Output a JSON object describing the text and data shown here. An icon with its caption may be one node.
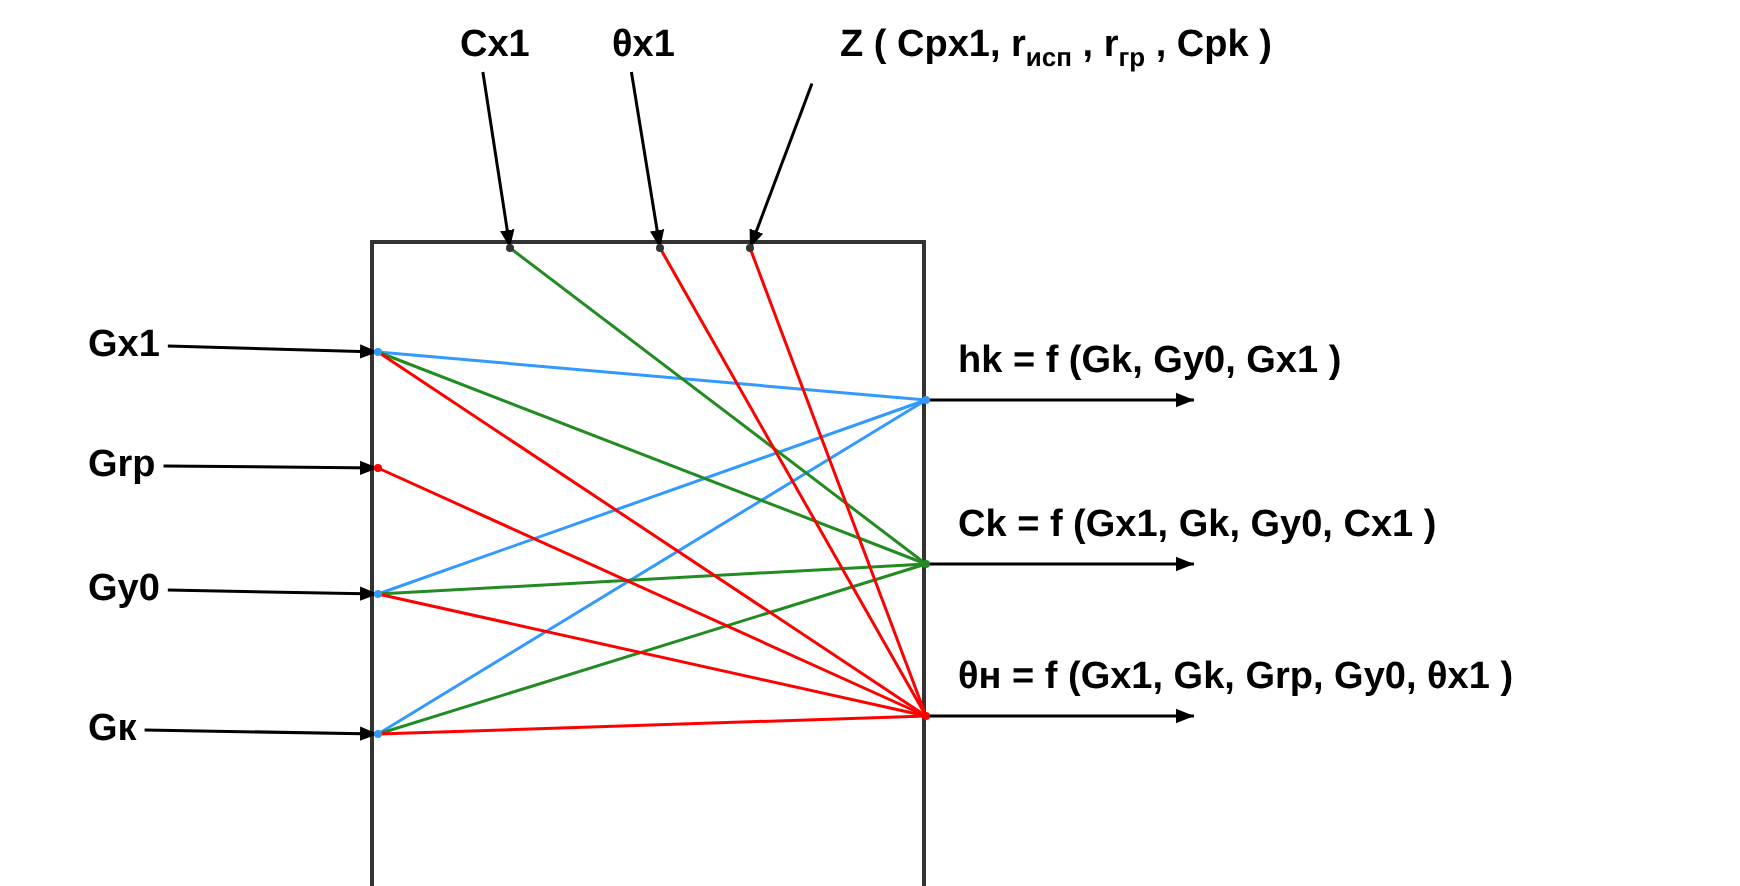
{
  "diagram": {
    "nodes": [
      {
        "text": [
          "Cx1"
        ]
      },
      {
        "text": [
          "θx1"
        ]
      },
      {
        "text": [
          "Z ( Cpx1, r$_{исп}$ , r$_{гр}$ , Cpk )"
        ]
      },
      {
        "text": [
          "Gx1"
        ]
      },
      {
        "text": [
          "Grp"
        ]
      },
      {
        "text": [
          "Gy0"
        ]
      },
      {
        "text": [
          "Gк"
        ]
      },
      {
        "text": [],
        "shape": "box"
      },
      {
        "text": [],
        "shape": "point",
        "in": 7
      },
      {
        "text": [],
        "shape": "point",
        "in": 7
      },
      {
        "text": [],
        "shape": "point",
        "in": 7
      },
      {
        "text": [],
        "shape": "point",
        "in": 7
      },
      {
        "text": [],
        "shape": "point",
        "in": 7
      },
      {
        "text": [],
        "shape": "point",
        "in": 7
      },
      {
        "text": [],
        "shape": "point",
        "in": 7
      },
      {
        "text": [],
        "shape": "point",
        "in": 7
      },
      {
        "text": [],
        "shape": "point",
        "in": 7
      },
      {
        "text": [],
        "shape": "point",
        "in": 7
      }
    ],
    "edges": [
      {
        "from": 0,
        "to": 8,
        "arrow": "to"
      },
      {
        "from": 1,
        "to": 9,
        "arrow": "to"
      },
      {
        "from": 2,
        "to": 10,
        "arrow": "to"
      },
      {
        "from": 3,
        "to": 11,
        "arrow": "to"
      },
      {
        "from": 4,
        "to": 12,
        "arrow": "to"
      },
      {
        "from": 5,
        "to": 13,
        "arrow": "to"
      },
      {
        "from": 6,
        "to": 14,
        "arrow": "to"
      },
      {
        "from": 11,
        "to": 15,
        "arrow": "none",
        "color": "#3399ff"
      },
      {
        "from": 13,
        "to": 15,
        "arrow": "none",
        "color": "#3399ff"
      },
      {
        "from": 14,
        "to": 15,
        "arrow": "none",
        "color": "#3399ff"
      },
      {
        "from": 8,
        "to": 16,
        "arrow": "none",
        "color": "#228b22"
      },
      {
        "from": 11,
        "to": 16,
        "arrow": "none",
        "color": "#228b22"
      },
      {
        "from": 13,
        "to": 16,
        "arrow": "none",
        "color": "#228b22"
      },
      {
        "from": 14,
        "to": 16,
        "arrow": "none",
        "color": "#228b22"
      },
      {
        "from": 9,
        "to": 17,
        "arrow": "none",
        "color": "#ff0000"
      },
      {
        "from": 10,
        "to": 17,
        "arrow": "none",
        "color": "#ff0000"
      },
      {
        "from": 11,
        "to": 17,
        "arrow": "none",
        "color": "#ff0000"
      },
      {
        "from": 12,
        "to": 17,
        "arrow": "none",
        "color": "#ff0000"
      },
      {
        "from": 13,
        "to": 17,
        "arrow": "none",
        "color": "#ff0000"
      },
      {
        "from": 14,
        "to": 17,
        "arrow": "none",
        "color": "#ff0000"
      },
      {
        "from": 15,
        "to": null,
        "arrow": "to",
        "label": "hk = f (Gk, Gy0, Gx1 )"
      },
      {
        "from": 16,
        "to": null,
        "arrow": "to",
        "label": "Ck = f (Gx1, Gk, Gy0, Cx1 )"
      },
      {
        "from": 17,
        "to": null,
        "arrow": "to",
        "label": "θн = f (Gx1, Gk, Grp, Gy0, θx1 )"
      }
    ]
  }
}
